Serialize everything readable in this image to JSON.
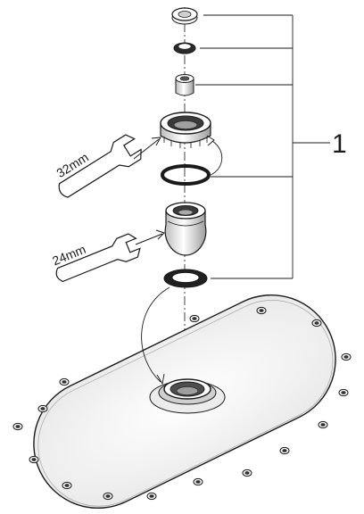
{
  "callout": {
    "number": "1"
  },
  "wrenches": [
    {
      "size_label": "32mm"
    },
    {
      "size_label": "24mm"
    }
  ],
  "colors": {
    "ink": "#1a1a1a",
    "fill": "#ffffff",
    "shade": "#d9d9d9",
    "dark": "#333333"
  }
}
